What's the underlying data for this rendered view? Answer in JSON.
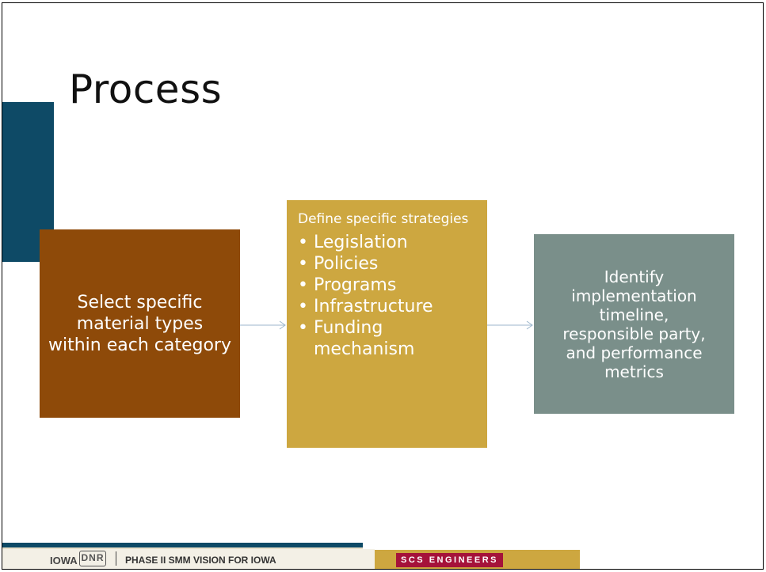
{
  "slide": {
    "title": "Process",
    "box1": {
      "text": "Select specific material types within each category"
    },
    "box2": {
      "heading": "Define specific strategies",
      "items": [
        "Legislation",
        "Policies",
        "Programs",
        "Infrastructure",
        "Funding mechanism"
      ]
    },
    "box3": {
      "text": "Identify implementation timeline, responsible party, and performance metrics"
    }
  },
  "footer": {
    "iowa": "IOWA",
    "dnr_logo": "DNR",
    "phase": "PHASE II SMM VISION FOR IOWA",
    "scs": "SCS ENGINEERS"
  },
  "colors": {
    "accent": "#0e4a66",
    "box1": "#8e4a09",
    "box2": "#cda740",
    "box3": "#7a8f8a",
    "scs": "#a5123a"
  },
  "icons": [
    "arrow-right-icon",
    "dnr-logo"
  ]
}
